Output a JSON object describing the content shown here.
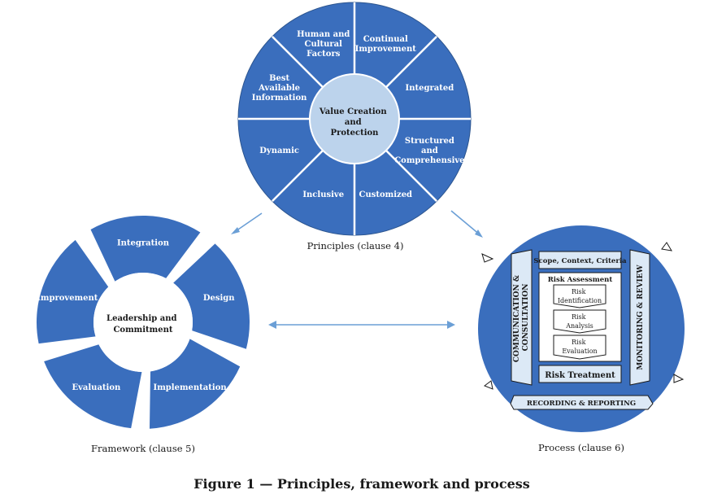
{
  "principles": {
    "center": [
      "Value Creation",
      "and",
      "Protection"
    ],
    "segments": [
      [
        "Continual",
        "Improvement"
      ],
      [
        "Integrated"
      ],
      [
        "Structured",
        "and",
        "Comprehensive"
      ],
      [
        "Customized"
      ],
      [
        "Inclusive"
      ],
      [
        "Dynamic"
      ],
      [
        "Best",
        "Available",
        "Information"
      ],
      [
        "Human and",
        "Cultural",
        "Factors"
      ]
    ],
    "caption": "Principles (clause 4)"
  },
  "framework": {
    "center": [
      "Leadership and",
      "Commitment"
    ],
    "segments": [
      "Integration",
      "Design",
      "Implementation",
      "Evaluation",
      "Improvement"
    ],
    "caption": "Framework (clause 5)"
  },
  "process": {
    "scope": "Scope, Context, Criteria",
    "risk_assessment": "Risk Assessment",
    "steps": [
      [
        "Risk",
        "Identification"
      ],
      [
        "Risk",
        "Analysis"
      ],
      [
        "Risk",
        "Evaluation"
      ]
    ],
    "risk_treatment": "Risk Treatment",
    "communication": [
      "COMMUNICATION &",
      "CONSULTATION"
    ],
    "monitoring": "MONITORING & REVIEW",
    "recording": "RECORDING & REPORTING",
    "caption": "Process (clause 6)"
  },
  "figure_title": "Figure 1 — Principles, framework and process",
  "colors": {
    "segment": "#3a6ebd",
    "center": "#bcd3ec",
    "arrow": "#6b9fd6",
    "box_fill": "#dce9f6",
    "text": "#1a1a1a"
  }
}
